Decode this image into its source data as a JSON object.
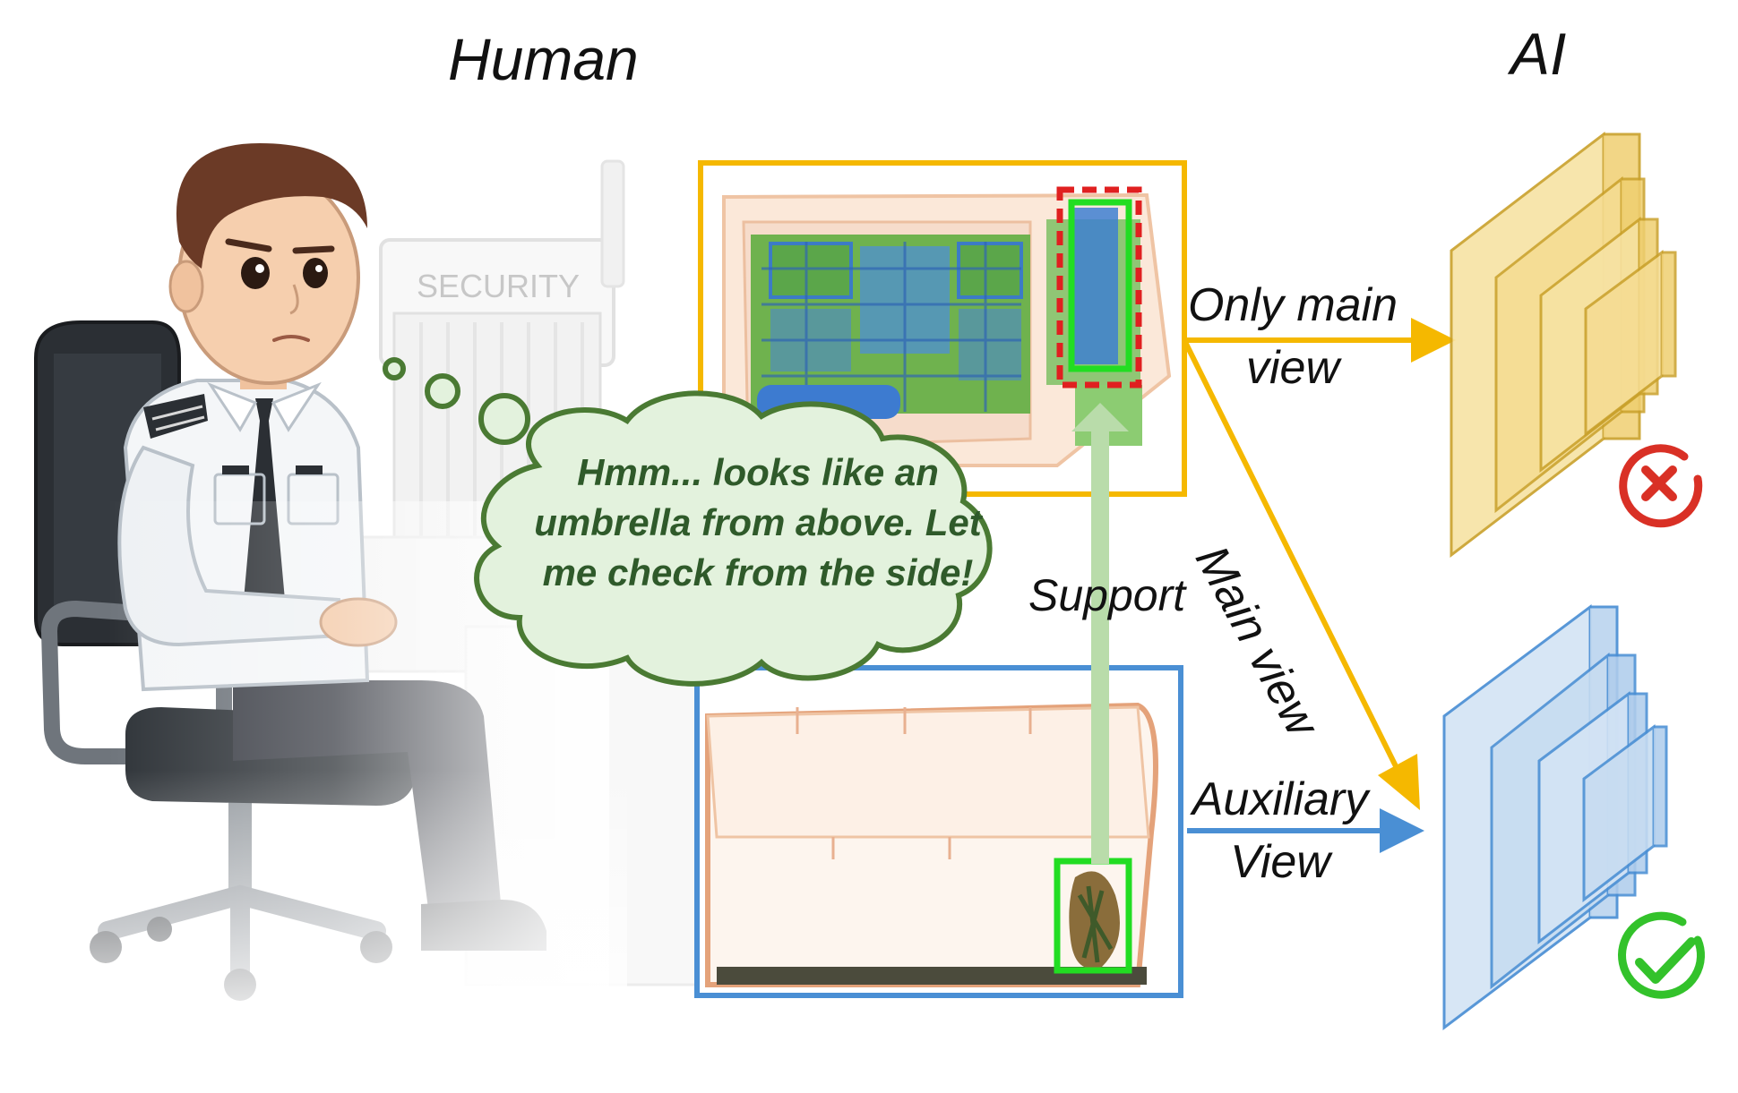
{
  "headings": {
    "human": "Human",
    "ai": "AI"
  },
  "xray": {
    "top_label": "",
    "side_label": "SECURITY"
  },
  "thought": {
    "text": "Hmm... looks like an umbrella from above. Let me check from the side!"
  },
  "arrows": {
    "only_main_line1": "Only main",
    "only_main_line2": "view",
    "main_view": "Main view",
    "support": "Support",
    "auxiliary_line1": "Auxiliary",
    "auxiliary_line2": "View"
  },
  "results": {
    "fail_icon": "cross-circle-icon",
    "pass_icon": "check-circle-icon"
  },
  "colors": {
    "main_view": "#f5b800",
    "auxiliary_view": "#4a8fd4",
    "support": "#b9dcaa",
    "bubble_fill": "#e3f2dd",
    "bubble_stroke": "#4a7a33",
    "fail": "#d93025",
    "pass": "#33c22b",
    "detection_box": "#22dd22",
    "uncertain_box": "#e02020"
  }
}
